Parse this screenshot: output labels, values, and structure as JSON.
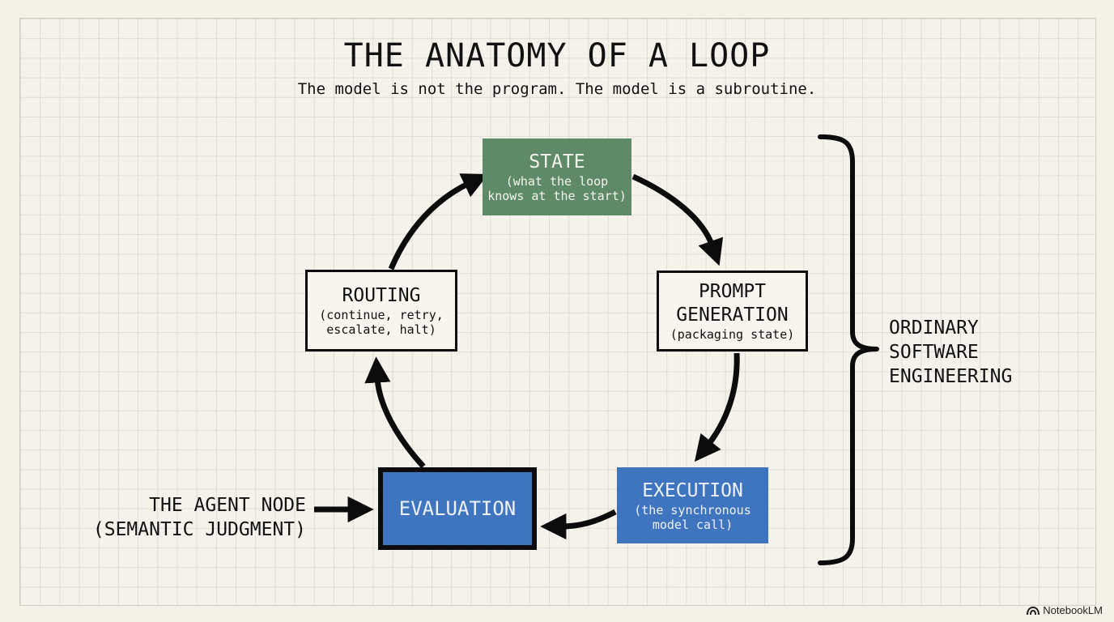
{
  "title": "THE ANATOMY OF A LOOP",
  "subtitle": "The model is not the program. The model is a subroutine.",
  "nodes": {
    "state": {
      "name": "STATE",
      "desc_line1": "(what the loop",
      "desc_line2": "knows at the start)",
      "color": "#5e8a67"
    },
    "prompt_generation": {
      "name_line1": "PROMPT",
      "name_line2": "GENERATION",
      "desc": "(packaging state)"
    },
    "execution": {
      "name": "EXECUTION",
      "desc_line1": "(the synchronous",
      "desc_line2": "model call)",
      "color": "#3f74bf"
    },
    "evaluation": {
      "name": "EVALUATION",
      "color": "#3f74bf"
    },
    "routing": {
      "name": "ROUTING",
      "desc_line1": "(continue, retry,",
      "desc_line2": "escalate, halt)"
    }
  },
  "agent_label": {
    "line1": "THE AGENT NODE",
    "line2": "(SEMANTIC JUDGMENT)"
  },
  "bracket_label": {
    "line1": "ORDINARY",
    "line2": "SOFTWARE",
    "line3": "ENGINEERING"
  },
  "watermark": {
    "icon": "notebooklm-icon",
    "text": "NotebookLM"
  }
}
